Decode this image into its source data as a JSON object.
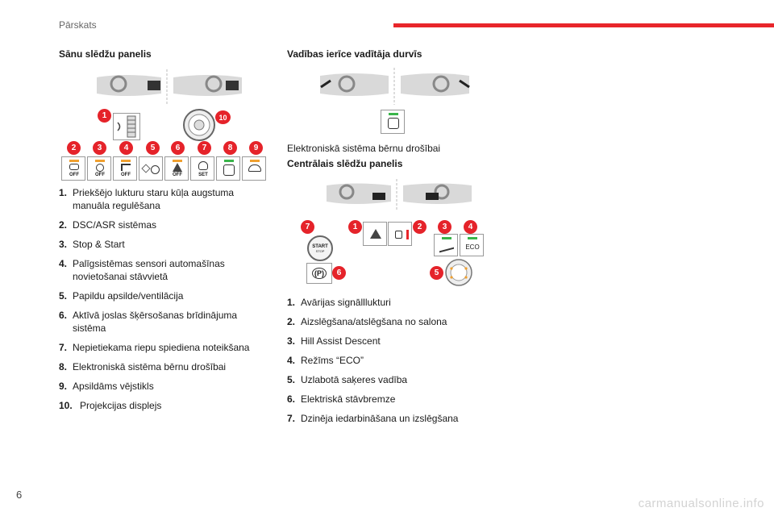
{
  "header": {
    "title": "Pārskats"
  },
  "colors": {
    "accent": "#e8262b",
    "badge": "#e5232a",
    "led_orange": "#f0a030",
    "led_green": "#39b54a",
    "led_red": "#e8262b"
  },
  "left": {
    "title": "Sānu slēdžu panelis",
    "badges": [
      "1",
      "10",
      "2",
      "3",
      "4",
      "5",
      "6",
      "7",
      "8",
      "9"
    ],
    "switch_labels": [
      "OFF",
      "OFF",
      "OFF",
      "OFF",
      "SET"
    ],
    "items": [
      {
        "num": "1.",
        "text": "Priekšējo lukturu staru kūļa augstuma manuāla regulēšana"
      },
      {
        "num": "2.",
        "text": "DSC/ASR sistēmas"
      },
      {
        "num": "3.",
        "text": "Stop & Start"
      },
      {
        "num": "4.",
        "text": "Palīgsistēmas sensori automašīnas novietošanai stāvvietā"
      },
      {
        "num": "5.",
        "text": "Papildu apsilde/ventilācija"
      },
      {
        "num": "6.",
        "text": "Aktīvā joslas šķērsošanas brīdinājuma sistēma"
      },
      {
        "num": "7.",
        "text": "Nepietiekama riepu spiediena noteikšana"
      },
      {
        "num": "8.",
        "text": "Elektroniskā sistēma bērnu drošībai"
      },
      {
        "num": "9.",
        "text": "Apsildāms vējstikls"
      },
      {
        "num": "10.",
        "text": "Projekcijas displejs"
      }
    ]
  },
  "right": {
    "title": "Vadības ierīce vadītāja durvīs",
    "caption": "Elektroniskā sistēma bērnu drošībai",
    "central_title": "Centrālais slēdžu panelis",
    "badges": [
      "7",
      "1",
      "2",
      "3",
      "4",
      "6",
      "5"
    ],
    "start_label": "START",
    "stop_label": "STOP",
    "park_label": "(P)",
    "eco_label": "ECO",
    "items": [
      {
        "num": "1.",
        "text": "Avārijas signālllukturi"
      },
      {
        "num": "2.",
        "text": "Aizslēgšana/atslēgšana no salona"
      },
      {
        "num": "3.",
        "text": "Hill Assist Descent"
      },
      {
        "num": "4.",
        "text": "Režīms “ECO”"
      },
      {
        "num": "5.",
        "text": "Uzlabotā saķeres vadība"
      },
      {
        "num": "6.",
        "text": "Elektriskā stāvbremze"
      },
      {
        "num": "7.",
        "text": "Dzinēja iedarbināšana un izslēgšana"
      }
    ]
  },
  "footer": {
    "page_number": "6",
    "watermark": "carmanualsonline.info"
  }
}
